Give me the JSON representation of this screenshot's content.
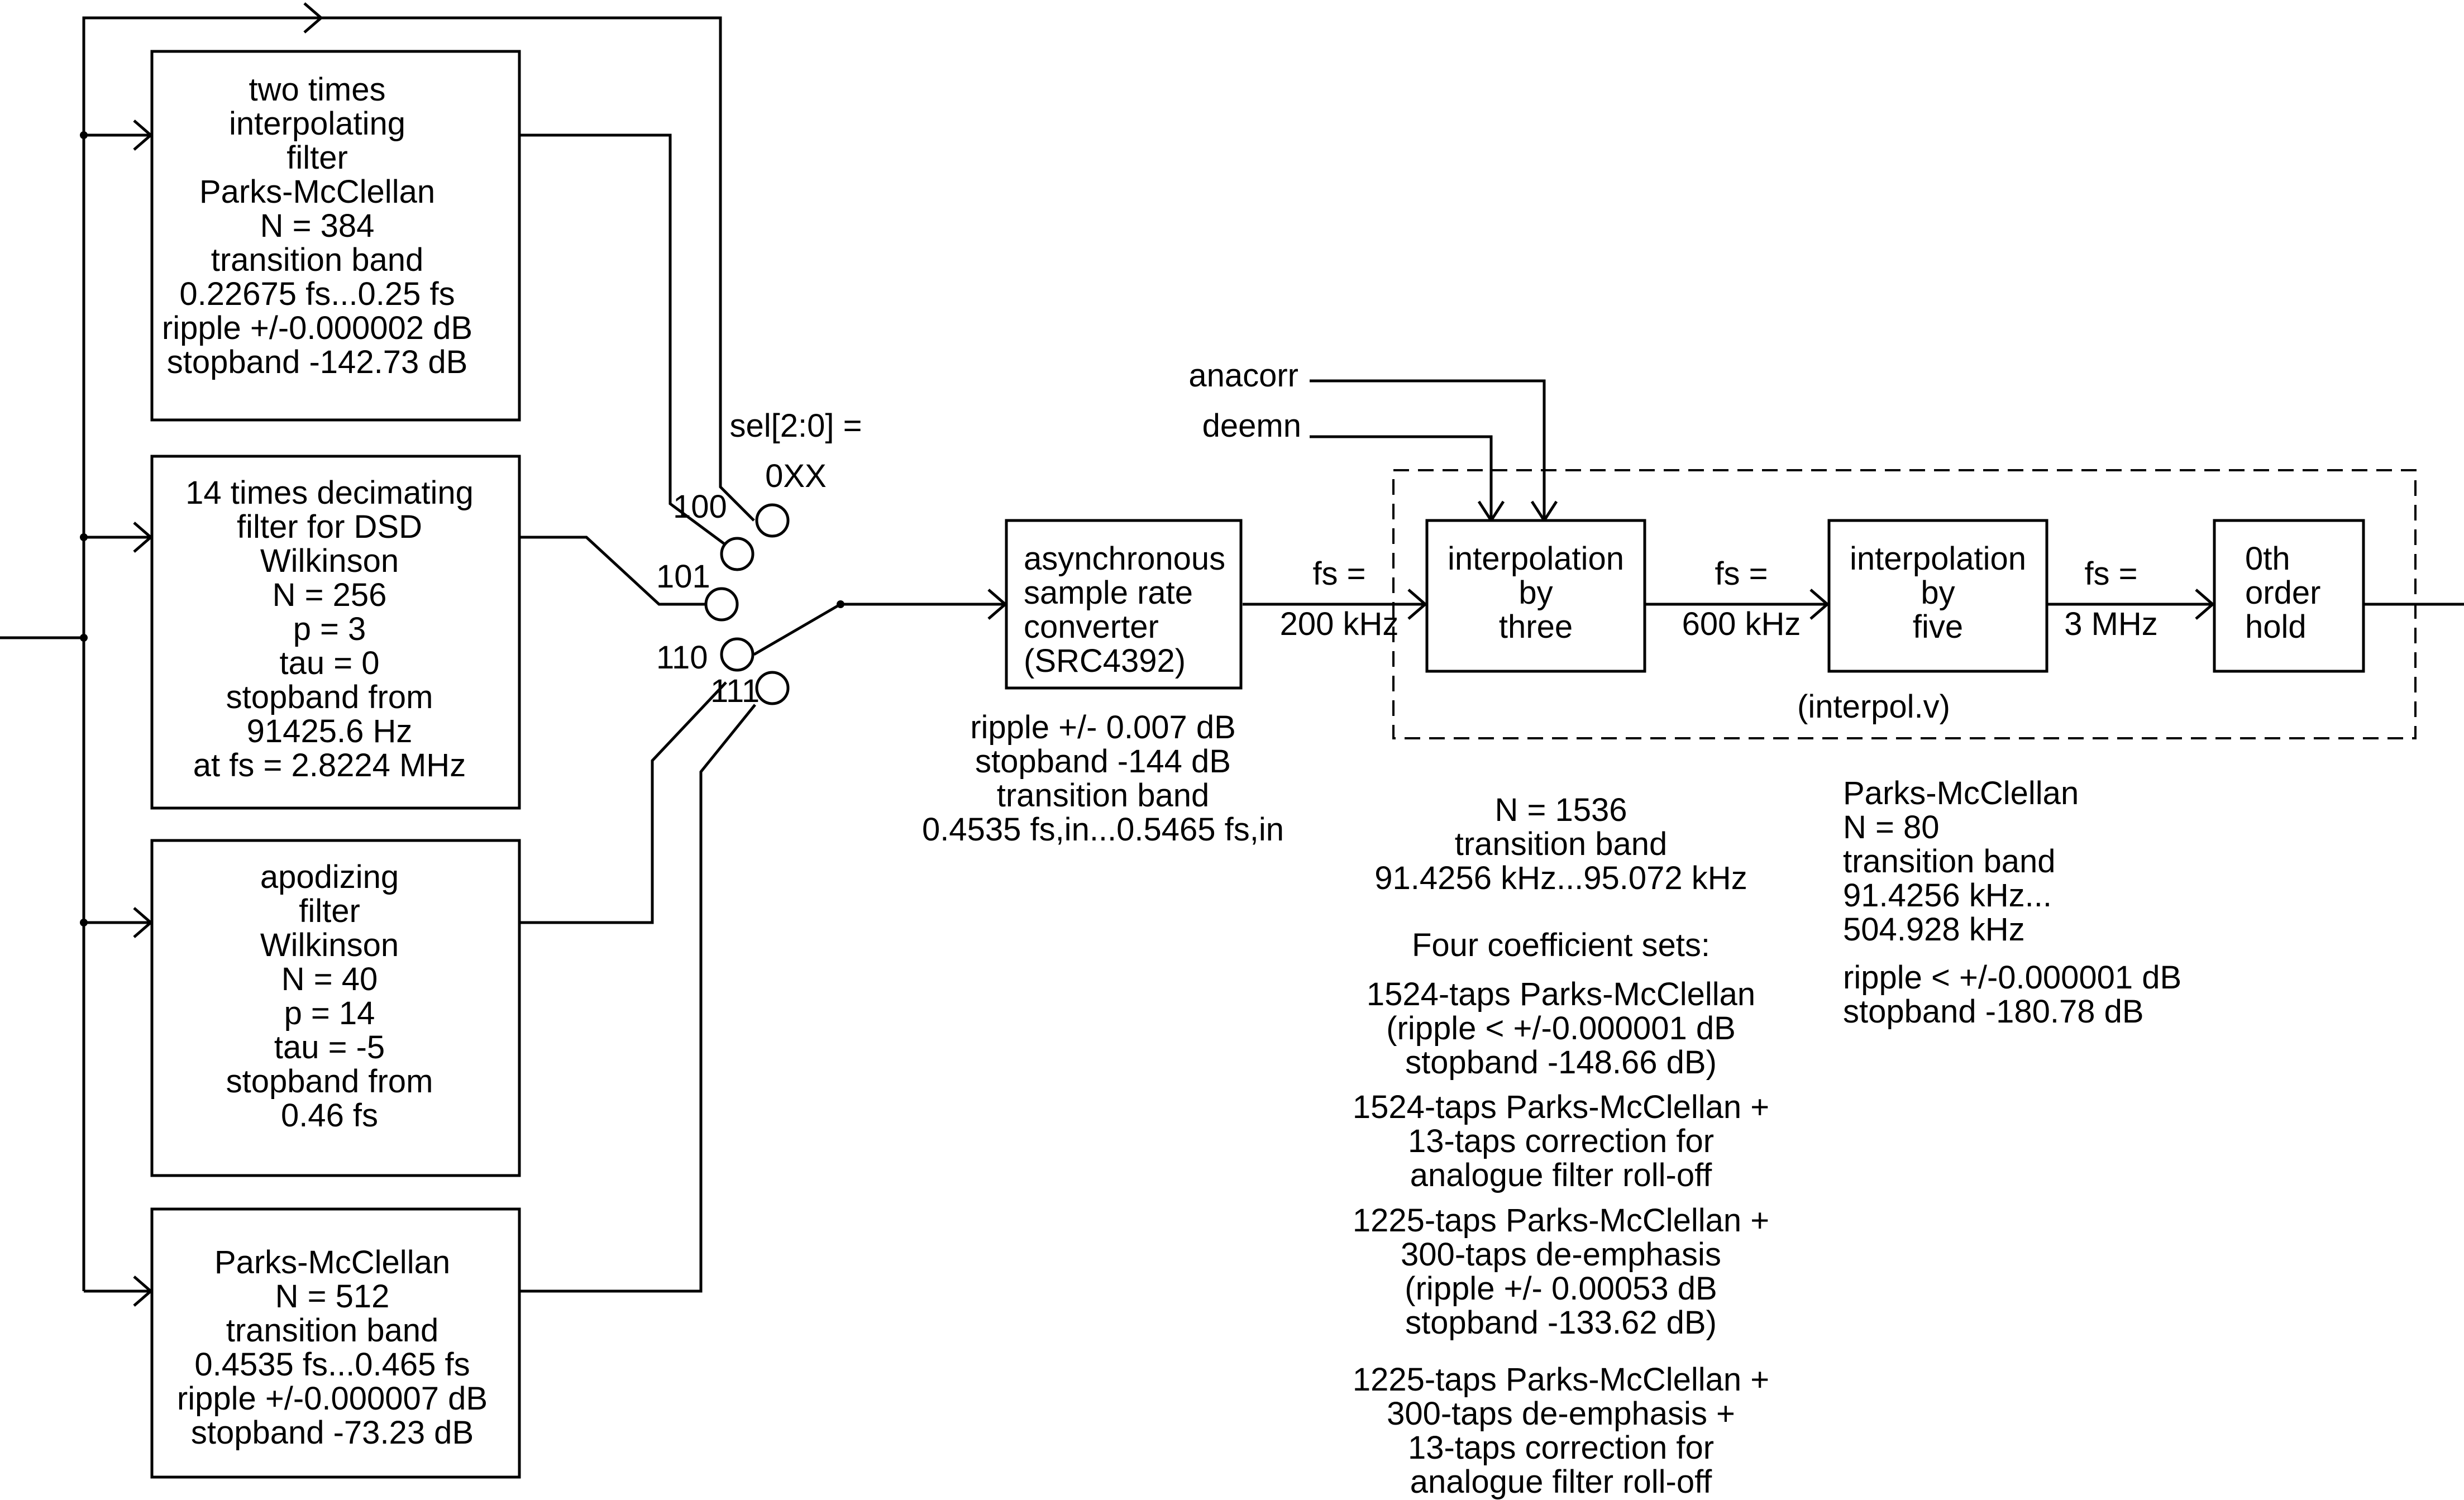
{
  "filters": [
    {
      "lines": [
        "two times",
        "interpolating",
        "filter",
        "Parks-McClellan",
        "N = 384",
        "transition band",
        "0.22675 fs...0.25 fs",
        "ripple +/-0.000002 dB",
        "stopband -142.73 dB"
      ]
    },
    {
      "lines": [
        "14 times decimating",
        "filter for DSD",
        "Wilkinson",
        "N = 256",
        "p = 3",
        "tau = 0",
        "stopband from",
        "91425.6 Hz",
        "at fs = 2.8224 MHz"
      ]
    },
    {
      "lines": [
        "apodizing",
        "filter",
        "Wilkinson",
        "N = 40",
        "p = 14",
        "tau = -5",
        "stopband from",
        "0.46 fs"
      ]
    },
    {
      "lines": [
        "Parks-McClellan",
        "N = 512",
        "transition band",
        "0.4535 fs...0.465 fs",
        "ripple +/-0.000007 dB",
        "stopband -73.23 dB"
      ]
    }
  ],
  "selector": {
    "label_lines": [
      "sel[2:0] =",
      "0XX"
    ],
    "codes": [
      "100",
      "101",
      "110",
      "111"
    ]
  },
  "src": {
    "lines": [
      "asynchronous",
      "sample rate",
      "converter",
      "(SRC4392)"
    ],
    "spec_lines": [
      "ripple +/- 0.007 dB",
      "stopband -144 dB",
      "transition band",
      "0.4535 fs,in...0.5465 fs,in"
    ]
  },
  "rates": [
    {
      "lines": [
        "fs =",
        "200 kHz"
      ]
    },
    {
      "lines": [
        "fs =",
        "600 kHz"
      ]
    },
    {
      "lines": [
        "fs =",
        "3 MHz"
      ]
    }
  ],
  "controls": [
    "anacorr",
    "deemn"
  ],
  "interp3": {
    "lines": [
      "interpolation",
      "by",
      "three"
    ],
    "spec_lines": [
      "N = 1536",
      "transition band",
      "91.4256 kHz...95.072 kHz"
    ],
    "coef_title": "Four coefficient sets:",
    "coef_sets": [
      [
        "1524-taps Parks-McClellan",
        "(ripple < +/-0.000001 dB",
        "stopband -148.66 dB)"
      ],
      [
        "1524-taps Parks-McClellan +",
        "13-taps correction for",
        "analogue filter roll-off"
      ],
      [
        "1225-taps Parks-McClellan +",
        "300-taps de-emphasis",
        "(ripple +/- 0.00053 dB",
        "stopband -133.62 dB)"
      ],
      [
        "1225-taps Parks-McClellan +",
        "300-taps de-emphasis +",
        "13-taps correction for",
        "analogue filter roll-off"
      ]
    ]
  },
  "interp5": {
    "lines": [
      "interpolation",
      "by",
      "five"
    ],
    "spec_lines": [
      "Parks-McClellan",
      "N = 80",
      "transition band",
      "91.4256 kHz...",
      "504.928 kHz"
    ],
    "spec2_lines": [
      "ripple < +/-0.000001 dB",
      "stopband -180.78 dB"
    ]
  },
  "hold": {
    "lines": [
      "0th",
      "order",
      "hold"
    ]
  },
  "module_label": "(interpol.v)"
}
